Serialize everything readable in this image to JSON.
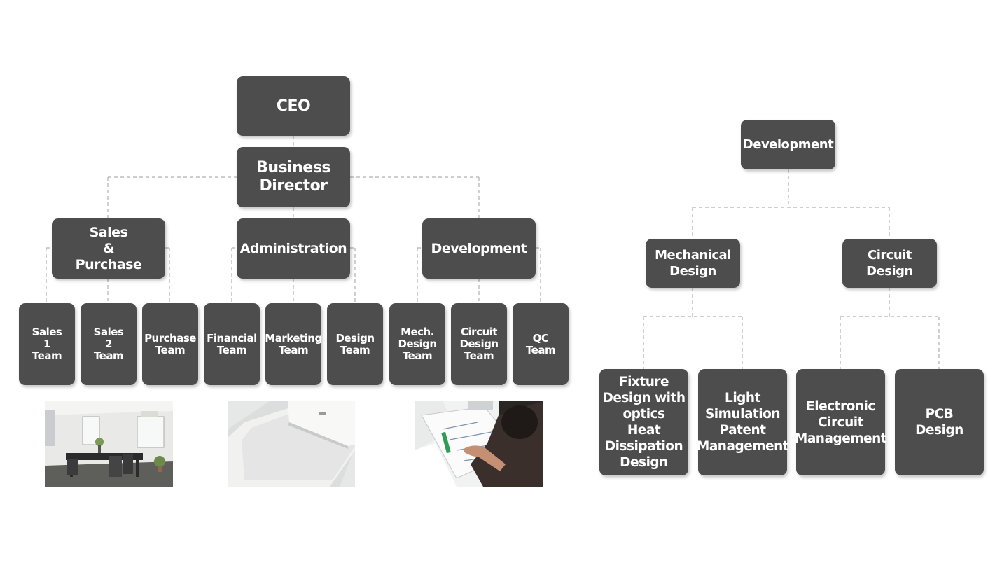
{
  "left_chart": {
    "ceo": "CEO",
    "business_director": "Business\nDirector",
    "sales_purchase": "Sales\n&\nPurchase",
    "administration": "Administration",
    "development": "Development",
    "teams": [
      "Sales\n1\nTeam",
      "Sales\n2\nTeam",
      "Purchase\nTeam",
      "Financial\nTeam",
      "Marketing\nTeam",
      "Design\nTeam",
      "Mech.\nDesign\nTeam",
      "Circuit\nDesign\nTeam",
      "QC\nTeam"
    ]
  },
  "right_chart": {
    "development": "Development",
    "mechanical_design": "Mechanical\nDesign",
    "circuit_design": "Circuit\nDesign",
    "fixture": "Fixture\nDesign with\noptics\nHeat\nDissipation\nDesign",
    "light": "Light\nSimulation\nPatent\nManagement",
    "electronic": "Electronic\nCircuit\nManagement",
    "pcb": "PCB\nDesign"
  },
  "colors": {
    "node_fill": "#4d4d4d",
    "node_text": "#ffffff",
    "connector": "#b0b0b0"
  }
}
